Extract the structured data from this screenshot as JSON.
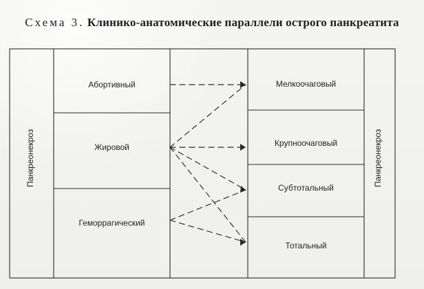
{
  "title": {
    "prefix": "Схема 3.",
    "text": "Клинико-анатомические параллели острого панкреатита"
  },
  "left_column": {
    "label": "Панкреонекроз",
    "items": [
      "Абортивный",
      "Жировой",
      "Геморрагический"
    ]
  },
  "right_column": {
    "label": "Панкреонекроз",
    "items": [
      "Мелкоочаговый",
      "Крупноочаговый",
      "Субтотальный",
      "Тотальный"
    ]
  }
}
